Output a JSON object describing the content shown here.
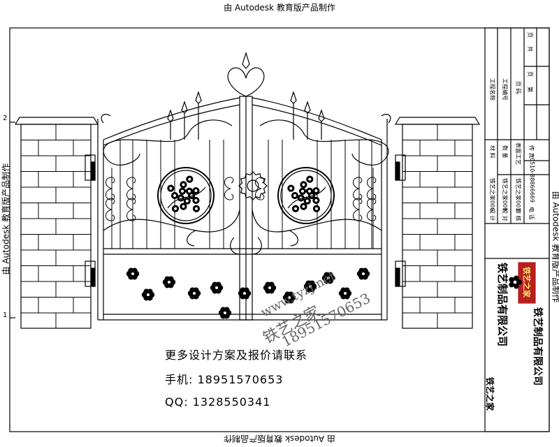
{
  "watermark": "由 Autodesk 教育版产品制作",
  "contact": {
    "line1": "更多设计方案及报价请联系",
    "phone": "手机: 18951570653",
    "qq": "QQ: 1328550341"
  },
  "site_watermark": {
    "brand": "铁艺之家",
    "url": "www.tyzj.net",
    "phone": "18951570653"
  },
  "title_block": {
    "project_name_label": "工程名称",
    "project_no_label": "工程编号",
    "page_label": "页 码",
    "page_no_label": "第",
    "page_unit": "页",
    "total_label": "共",
    "design_label": "设 计",
    "design_value": "铁艺之家006",
    "check_label": "校 对",
    "check_value": "铁艺之家009",
    "review_label": "审 核",
    "review_value": "铁艺之家001",
    "material_label": "材 料",
    "quantity_label": "数 量",
    "surface_label": "表面工艺",
    "tel_label": "电 话",
    "tel_value": "0510-88866669",
    "fax_label": "传 真",
    "company": "铁艺制品有限公司",
    "logo_text": "铁艺之家"
  },
  "margin_marks": {
    "two": "2",
    "one": "1"
  }
}
